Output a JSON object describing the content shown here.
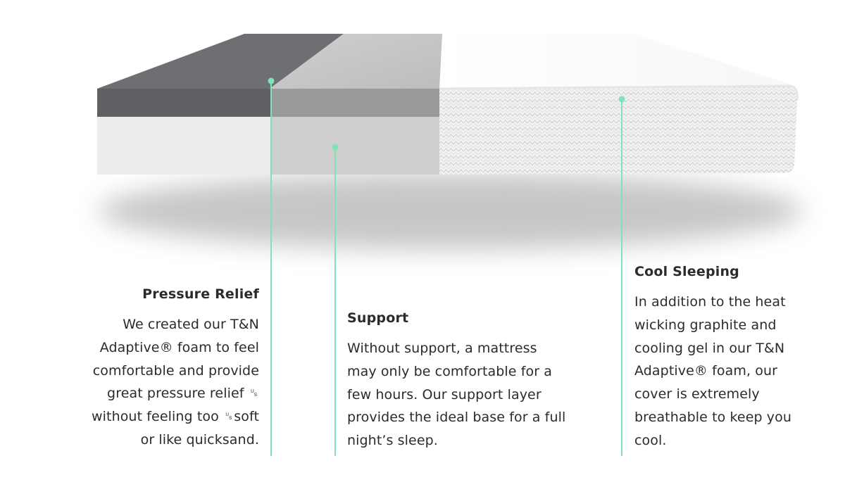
{
  "layers": [
    {
      "id": "pressure-relief",
      "title": "Pressure Relief",
      "lines": [
        "We created our T&N",
        "Adaptive® foam to feel",
        "comfortable and provide",
        "great pressure relief ␟",
        "without feeling too ␟soft",
        "or like quicksand."
      ]
    },
    {
      "id": "support",
      "title": "Support",
      "lines": [
        "Without support, a mattress",
        "may only be comfortable for a",
        "few hours. Our support layer",
        "provides the ideal base for a full",
        "night’s sleep."
      ]
    },
    {
      "id": "cool-sleeping",
      "title": "Cool Sleeping",
      "lines": [
        "In addition to the heat",
        "wicking graphite and",
        "cooling gel in our T&N",
        "Adaptive® foam, our",
        "cover is extremely",
        "breathable to keep you",
        "cool."
      ]
    }
  ],
  "colors": {
    "accent": "#7fe3b8",
    "text": "#2b2b2b",
    "top_foam": "#5f6063",
    "support_foam": "#ededed",
    "cover": "#f4f4f4"
  }
}
